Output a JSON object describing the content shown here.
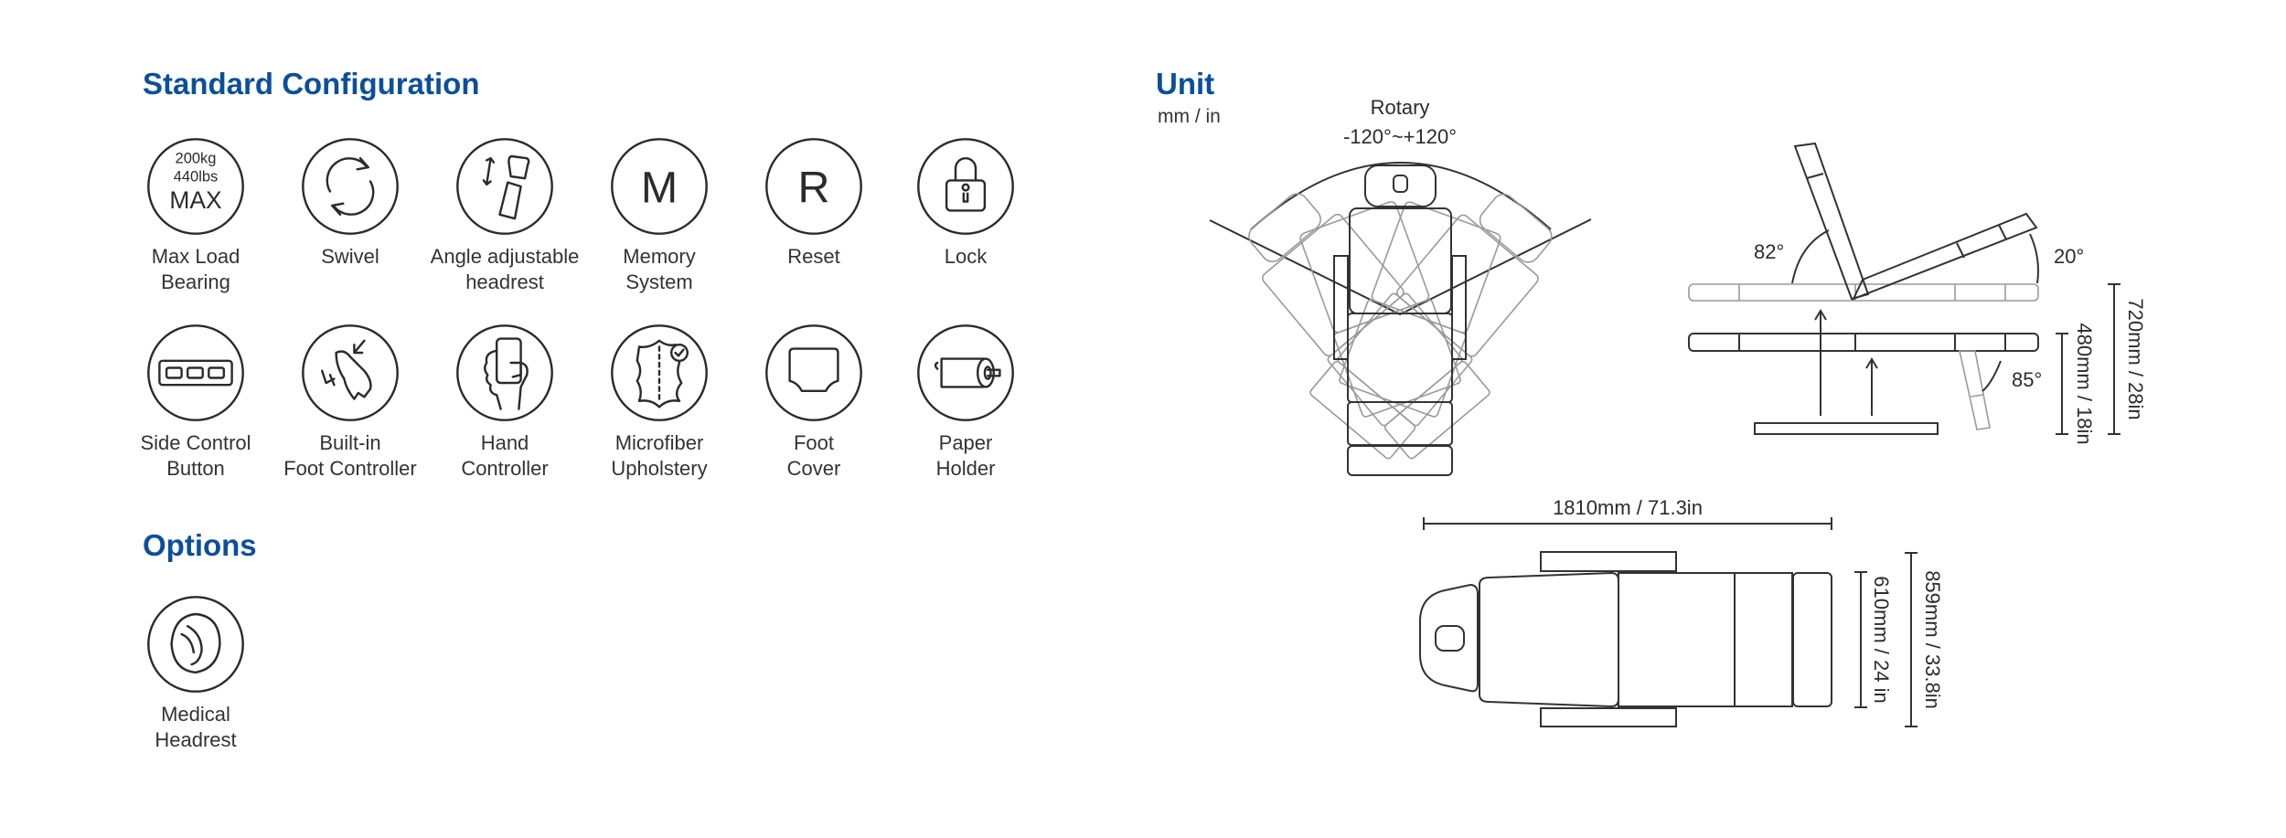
{
  "standard": {
    "title": "Standard Configuration",
    "items": [
      {
        "icon": "max-load-icon",
        "icon_text": [
          "200kg",
          "440lbs",
          "MAX"
        ],
        "line1": "Max Load",
        "line2": "Bearing"
      },
      {
        "icon": "swivel-icon",
        "line1": "Swivel",
        "line2": ""
      },
      {
        "icon": "headrest-angle-icon",
        "line1": "Angle adjustable",
        "line2": "headrest"
      },
      {
        "icon": "memory-icon",
        "icon_text": [
          "M"
        ],
        "line1": "Memory",
        "line2": "System"
      },
      {
        "icon": "reset-icon",
        "icon_text": [
          "R"
        ],
        "line1": "Reset",
        "line2": ""
      },
      {
        "icon": "lock-icon",
        "line1": "Lock",
        "line2": ""
      },
      {
        "icon": "side-control-icon",
        "line1": "Side Control",
        "line2": "Button"
      },
      {
        "icon": "foot-controller-icon",
        "line1": "Built-in",
        "line2": "Foot Controller"
      },
      {
        "icon": "hand-controller-icon",
        "line1": "Hand",
        "line2": "Controller"
      },
      {
        "icon": "microfiber-icon",
        "line1": "Microfiber",
        "line2": "Upholstery"
      },
      {
        "icon": "foot-cover-icon",
        "line1": "Foot",
        "line2": "Cover"
      },
      {
        "icon": "paper-holder-icon",
        "line1": "Paper",
        "line2": "Holder"
      }
    ]
  },
  "options": {
    "title": "Options",
    "items": [
      {
        "icon": "medical-headrest-icon",
        "line1": "Medical",
        "line2": "Headrest"
      }
    ]
  },
  "unit": {
    "title": "Unit",
    "units": "mm / in",
    "rotary_label": "Rotary",
    "rotary_range": "-120°~+120°",
    "angle_back": "82°",
    "angle_leg_up": "20°",
    "angle_leg_down": "85°",
    "height_min": "480mm / 18in",
    "height_max": "720mm / 28in",
    "length": "1810mm / 71.3in",
    "width_table": "610mm / 24 in",
    "width_total": "859mm / 33.8in"
  },
  "colors": {
    "heading": "#0b4f9c",
    "line": "#333333",
    "ghost": "#9a9a9a"
  }
}
